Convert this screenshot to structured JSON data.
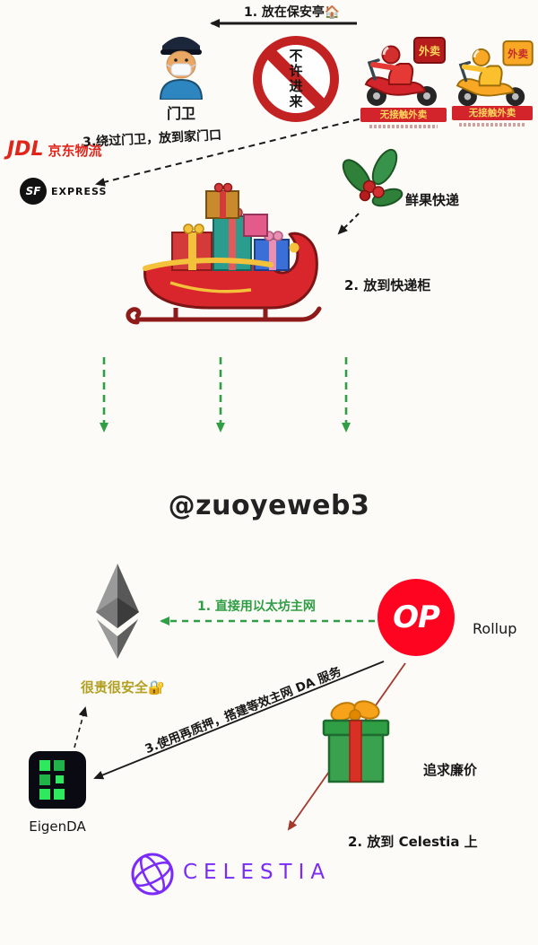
{
  "colors": {
    "background": "#fcfbf7",
    "sign_red": "#c32222",
    "banner_red": "#d2242a",
    "jd_red": "#e1251b",
    "arrow_green": "#2f9e44",
    "op_red": "#ff0420",
    "celestia_purple": "#7b2bf9",
    "secure_olive": "#b3a125"
  },
  "top": {
    "step1_label": "1. 放在保安亭🏠",
    "guard_label": "门卫",
    "no_entry_sign": "不许进来",
    "delivery_box_label": "外卖",
    "banner_label": "无接触外卖",
    "step3_label": "3.绕过门卫，放到家门口",
    "jdl_abbr": "JDL",
    "jdl_name": "京东物流",
    "sf_abbr": "SF",
    "sf_name": "EXPRESS",
    "fruit_label": "鲜果快递",
    "step2_label": "2. 放到快递柜"
  },
  "watermark": "@zuoyeweb3",
  "bottom": {
    "step1_label": "1. 直接用以太坊主网",
    "op_label": "OP",
    "rollup_label": "Rollup",
    "secure_label": "很贵很安全🔐",
    "eigenda_label": "EigenDA",
    "step3_label": "3.使用再质押，搭建等效主网 DA 服务",
    "cheap_label": "追求廉价",
    "step2_label": "2. 放到 Celestia 上",
    "celestia_label": "CELESTIA"
  }
}
